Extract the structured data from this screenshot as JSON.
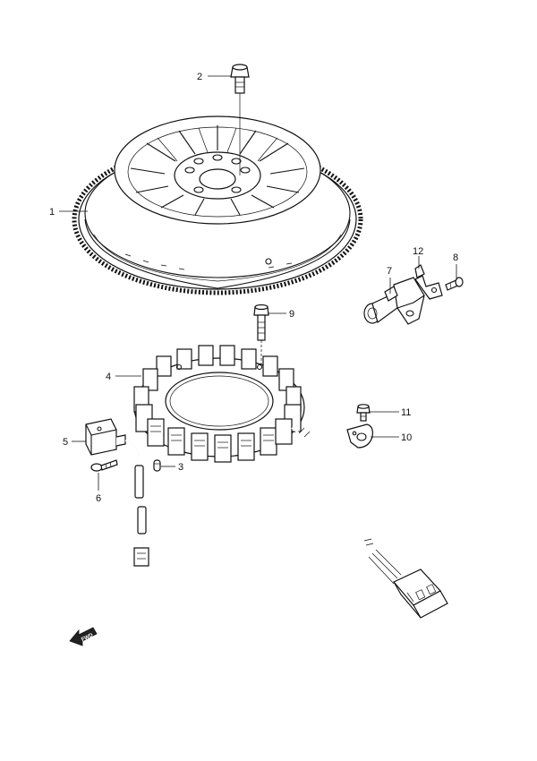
{
  "callouts": [
    {
      "id": "p1",
      "number": "1"
    },
    {
      "id": "p2",
      "number": "2"
    },
    {
      "id": "p3",
      "number": "3"
    },
    {
      "id": "p4",
      "number": "4"
    },
    {
      "id": "p5",
      "number": "5"
    },
    {
      "id": "p6",
      "number": "6"
    },
    {
      "id": "p7",
      "number": "7"
    },
    {
      "id": "p8",
      "number": "8"
    },
    {
      "id": "p9",
      "number": "9"
    },
    {
      "id": "p10",
      "number": "10"
    },
    {
      "id": "p11",
      "number": "11"
    },
    {
      "id": "p12",
      "number": "12"
    }
  ],
  "fwd_marker": {
    "label": "FWD"
  },
  "colors": {
    "ink": "#111111",
    "background": "#ffffff"
  }
}
